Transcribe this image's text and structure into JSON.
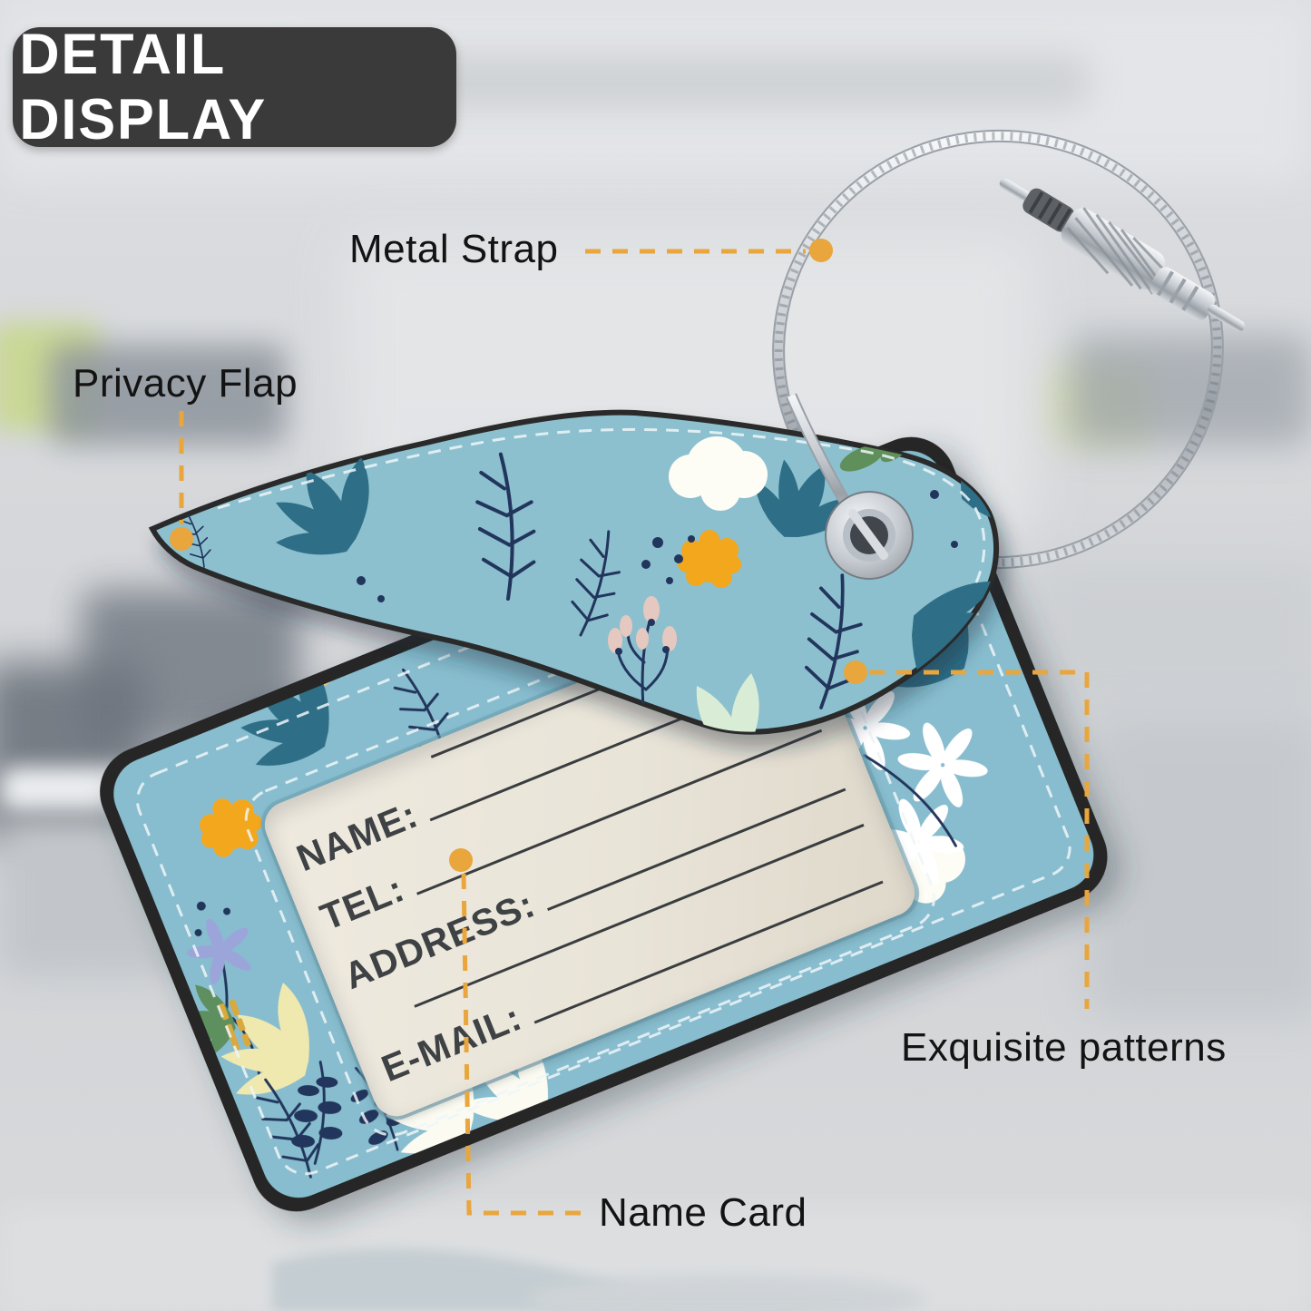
{
  "banner": {
    "label": "DETAIL DISPLAY"
  },
  "callouts": {
    "metal_strap": "Metal Strap",
    "privacy_flap": "Privacy Flap",
    "exquisite_patterns": "Exquisite patterns",
    "name_card": "Name Card"
  },
  "name_card_fields": [
    "NAME:",
    "TEL:",
    "ADDRESS:",
    "E-MAIL:"
  ],
  "colors": {
    "accent_orange": "#E8A63C",
    "banner_bg": "#3A3A3A",
    "banner_fg": "#FFFFFF",
    "label_fg": "#131313",
    "tag_blue": "#87BDCE",
    "tag_edge_black": "#262626",
    "card_cream": "#E9E4D8",
    "floral_teal": "#2F6E86",
    "floral_navy": "#22345C",
    "floral_yellow": "#F2A71B",
    "floral_pale_yellow": "#EBE393",
    "floral_pink": "#E5C8C0",
    "metal_silver": "#C9CED4"
  }
}
